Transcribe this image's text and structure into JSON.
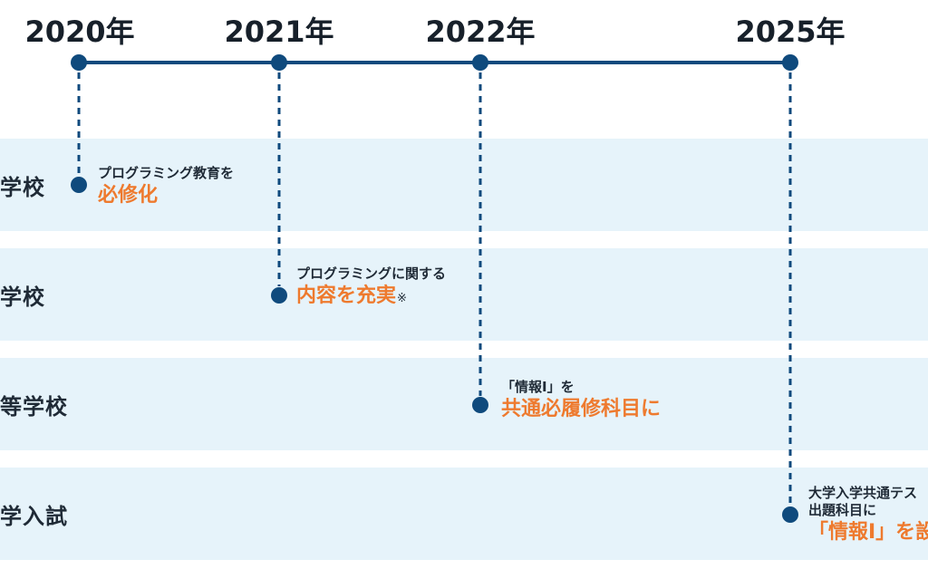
{
  "years": [
    "2020年",
    "2021年",
    "2022年",
    "2025年"
  ],
  "rows": [
    {
      "label": "学校"
    },
    {
      "label": "学校"
    },
    {
      "label": "等学校"
    },
    {
      "label": "学入試"
    }
  ],
  "milestones": [
    {
      "sub": "プログラミング教育を",
      "main": "必修化",
      "note": ""
    },
    {
      "sub": "プログラミングに関する",
      "main": "内容を充実",
      "note": "※"
    },
    {
      "sub": "「情報Ⅰ」を",
      "main": "共通必履修科目に",
      "note": ""
    },
    {
      "sub": "大学入学共通テス",
      "sub2": "出題科目に",
      "main": "「情報Ⅰ」を設",
      "note": ""
    }
  ],
  "colors": {
    "navy": "#0f4a7d",
    "accent_orange": "#ee7a2e",
    "band_blue": "#e6f3fa"
  }
}
